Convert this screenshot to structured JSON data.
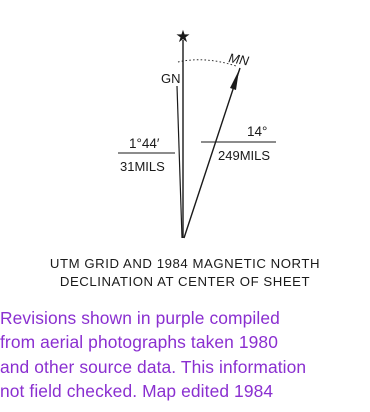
{
  "diagram": {
    "true_north_symbol": "★",
    "grid_north_label": "GN",
    "magnetic_north_label": "MN",
    "grid_declination": {
      "degrees": "1°44′",
      "mils": "31MILS"
    },
    "magnetic_declination": {
      "degrees": "14°",
      "mils": "249MILS"
    }
  },
  "caption": {
    "line1": "UTM GRID AND 1984 MAGNETIC NORTH",
    "line2": "DECLINATION AT CENTER OF SHEET"
  },
  "revision_note": {
    "lines": [
      "Revisions shown in purple compiled",
      "from aerial photographs taken 1980",
      "and other source data.   This information",
      "not field checked.   Map edited 1984"
    ]
  },
  "colors": {
    "ink": "#1a1a1a",
    "revision_purple": "#8a2fd0"
  }
}
